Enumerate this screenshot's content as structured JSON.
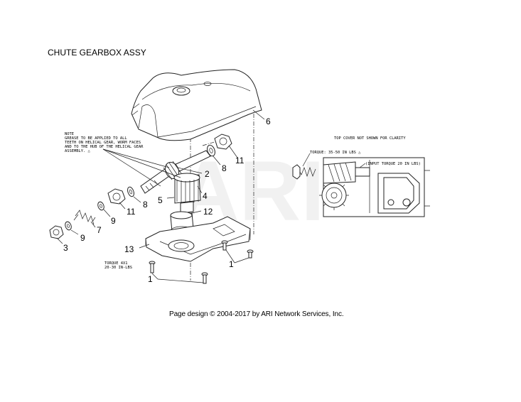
{
  "title": "CHUTE GEARBOX ASSY",
  "footer": "Page design © 2004-2017 by ARI Network Services, Inc.",
  "watermark": "ARI",
  "notes": {
    "grease_lines": [
      "NOTE",
      "GREASE TO BE APPLIED TO ALL",
      "TEETH ON HELICAL GEAR, WORM FACES",
      "AND TO THE HUB OF THE HELICAL GEAR",
      "ASSEMBLY. △"
    ],
    "torque_bottom_lines": [
      "TORQUE 4X1",
      "20-30 IN-LBS"
    ],
    "top_cover_note": "TOP COVER NOT SHOWN FOR CLARITY",
    "torque_side": "TORQUE: 35-50 IN LBS △",
    "input_torque": "(INPUT TORQUE 20 IN LBS)"
  },
  "callouts": {
    "c6": "6",
    "c11a": "11",
    "c8a": "8",
    "c2": "2",
    "c4": "4",
    "c5": "5",
    "c12": "12",
    "c11b": "11",
    "c8b": "8",
    "c9a": "9",
    "c7": "7",
    "c9b": "9",
    "c3": "3",
    "c13": "13",
    "c1a": "1",
    "c1b": "1"
  }
}
